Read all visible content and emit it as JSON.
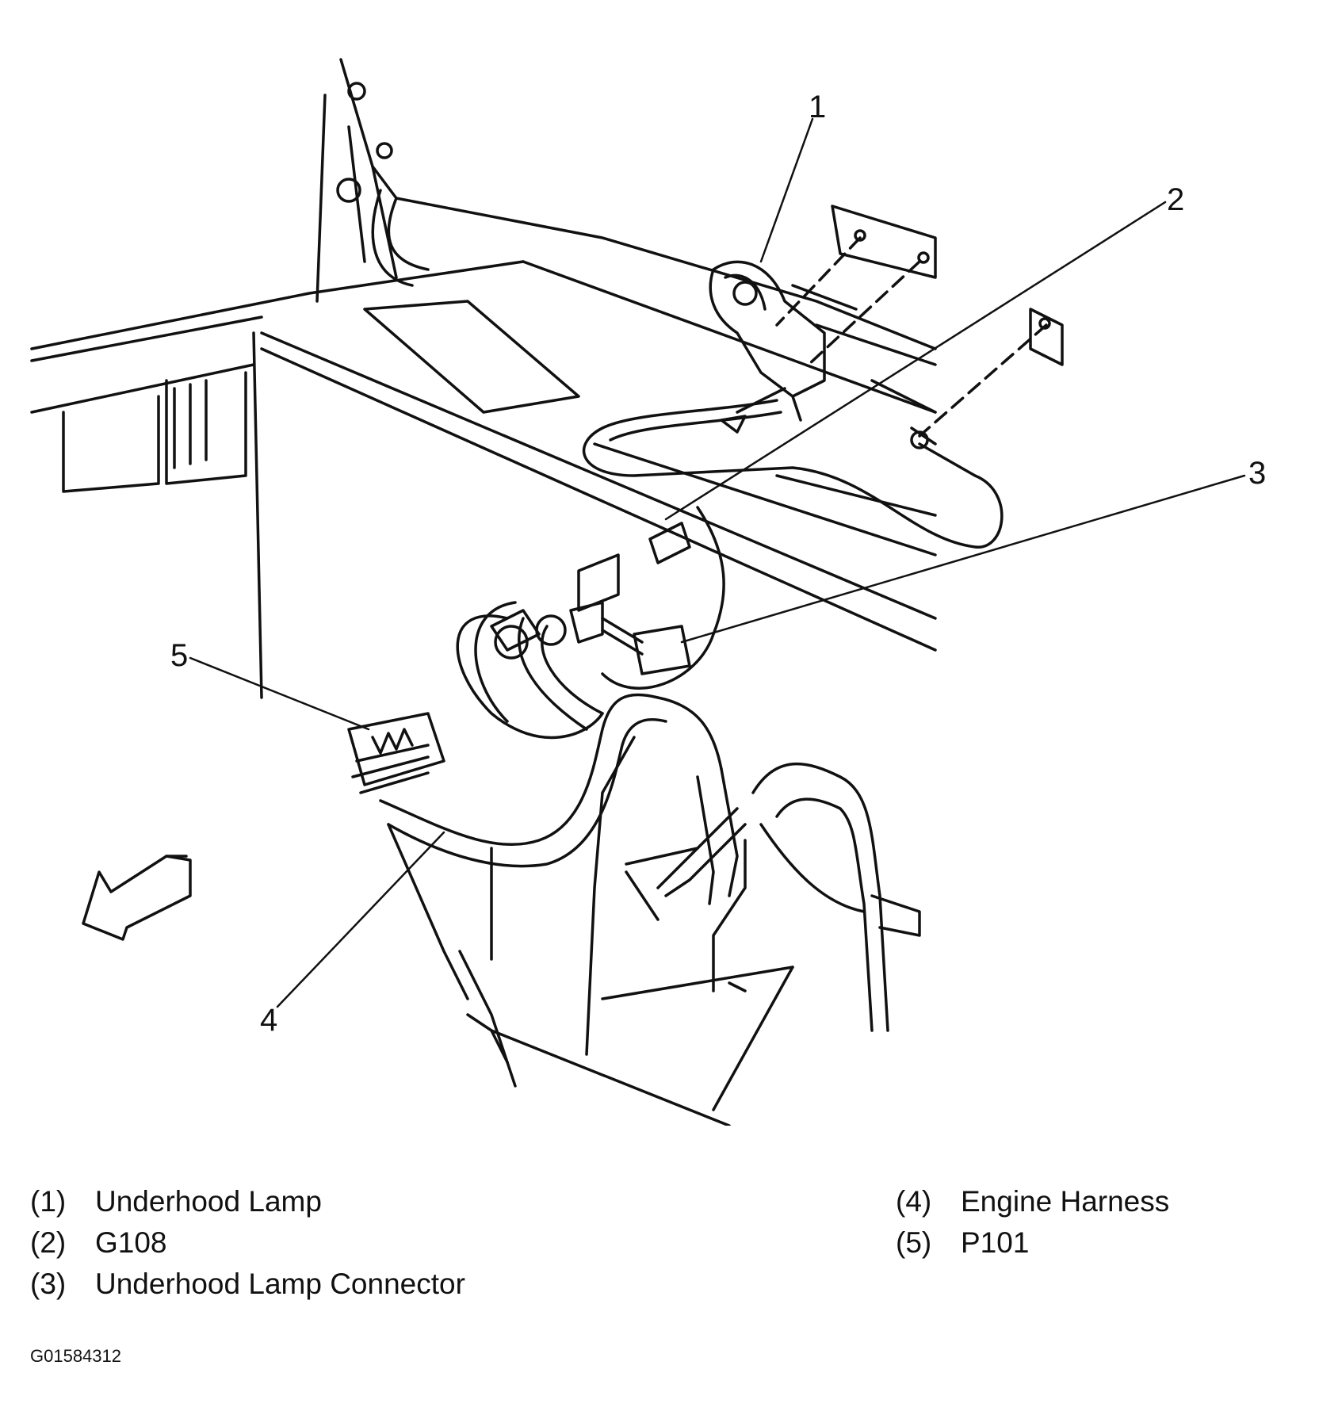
{
  "diagram": {
    "callouts": [
      "1",
      "2",
      "3",
      "4",
      "5"
    ],
    "icons": [
      "forward-direction-arrow"
    ]
  },
  "legend": {
    "left": [
      {
        "num": "(1)",
        "text": "Underhood Lamp"
      },
      {
        "num": "(2)",
        "text": "G108"
      },
      {
        "num": "(3)",
        "text": "Underhood Lamp Connector"
      }
    ],
    "right": [
      {
        "num": "(4)",
        "text": "Engine Harness"
      },
      {
        "num": "(5)",
        "text": "P101"
      }
    ]
  },
  "figure_code": "G01584312"
}
